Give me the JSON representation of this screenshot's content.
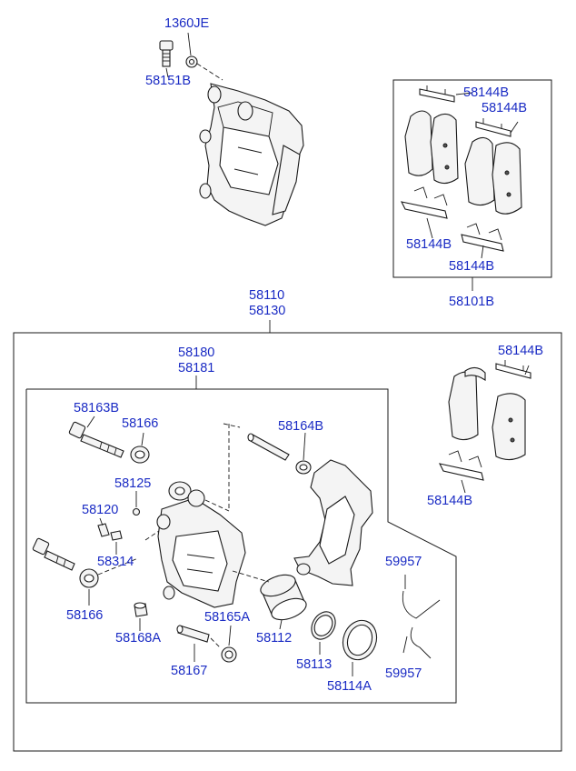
{
  "assembly": {
    "top_label_1": "58110",
    "top_label_2": "58130",
    "sub_label_1": "58180",
    "sub_label_2": "58181",
    "pad_kit_label": "58101B"
  },
  "callouts": {
    "c1360JE": "1360JE",
    "c58151B": "58151B",
    "c58144B_a": "58144B",
    "c58144B_b": "58144B",
    "c58144B_c": "58144B",
    "c58144B_d": "58144B",
    "c58144B_e": "58144B",
    "c58144B_f": "58144B",
    "c58163B": "58163B",
    "c58166_a": "58166",
    "c58164B": "58164B",
    "c58125": "58125",
    "c58120": "58120",
    "c58314": "58314",
    "c58166_b": "58166",
    "c58168A": "58168A",
    "c58165A": "58165A",
    "c58167": "58167",
    "c58112": "58112",
    "c58113": "58113",
    "c58114A": "58114A",
    "c59957_a": "59957",
    "c59957_b": "59957"
  },
  "colors": {
    "callout_text": "#1a2bc4",
    "assembly_text": "#111111",
    "line": "#1a1a1a"
  }
}
